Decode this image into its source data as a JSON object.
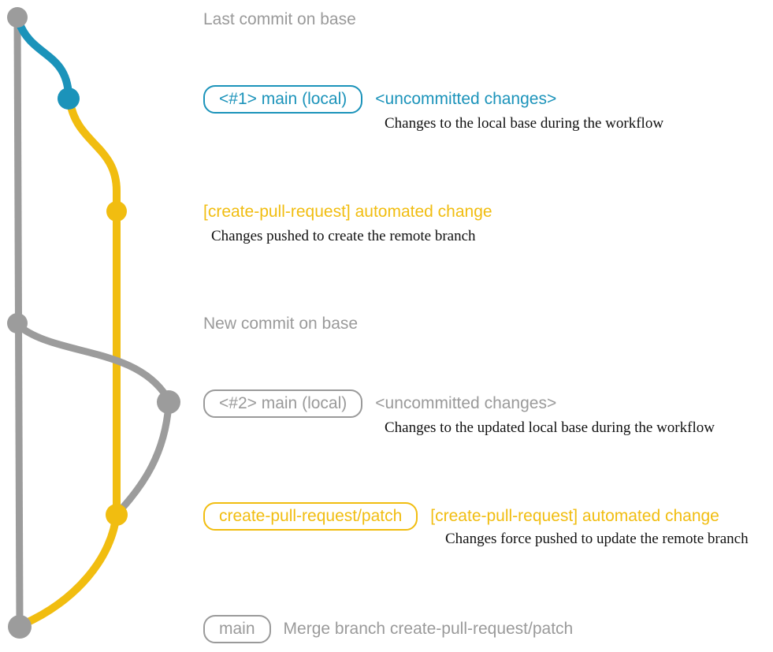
{
  "colors": {
    "blue": "#1b93ba",
    "yellow": "#f1bd10",
    "gray": "#9c9c9c",
    "gray_text": "#9a9a9a",
    "note_black": "#111111"
  },
  "rows": {
    "r1": {
      "label": "Last commit on base"
    },
    "r2": {
      "badge": "<#1> main (local)",
      "message": "<uncommitted changes>",
      "note": "Changes to the local base during the workflow"
    },
    "r3": {
      "message": "[create-pull-request] automated change",
      "note": "Changes pushed to create the remote branch"
    },
    "r4": {
      "label": "New commit on base"
    },
    "r5": {
      "badge": "<#2> main (local)",
      "message": "<uncommitted changes>",
      "note": "Changes to the updated local base during the workflow"
    },
    "r6": {
      "badge": "create-pull-request/patch",
      "message": "[create-pull-request] automated change",
      "note": "Changes force pushed to update the remote branch"
    },
    "r7": {
      "badge": "main",
      "message": "Merge branch create-pull-request/patch"
    }
  }
}
